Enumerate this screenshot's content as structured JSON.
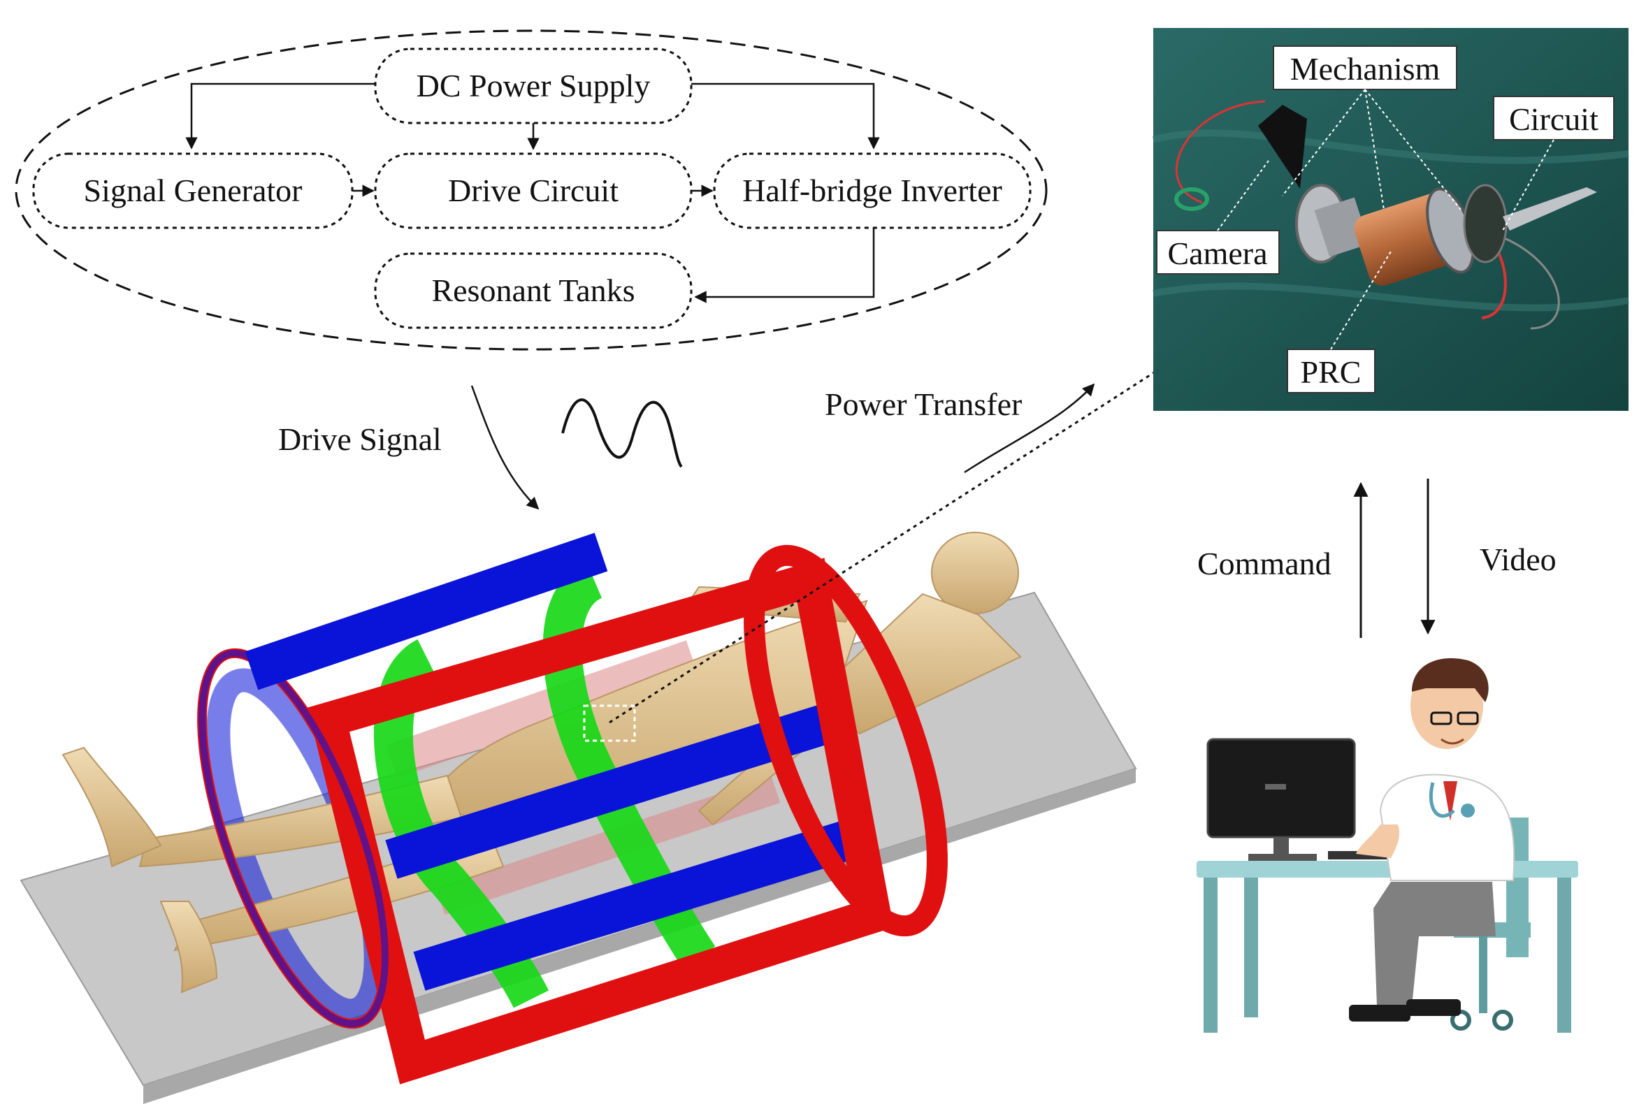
{
  "block_diagram": {
    "nodes": {
      "dc_power_supply": "DC Power Supply",
      "signal_generator": "Signal Generator",
      "drive_circuit": "Drive Circuit",
      "half_bridge_inverter": "Half-bridge Inverter",
      "resonant_tanks": "Resonant Tanks"
    }
  },
  "captions": {
    "drive_signal": "Drive Signal",
    "power_transfer": "Power Transfer",
    "command": "Command",
    "video": "Video"
  },
  "photo_labels": {
    "mechanism": "Mechanism",
    "circuit": "Circuit",
    "camera": "Camera",
    "prc": "PRC"
  },
  "colors": {
    "coil_red": "#e01010",
    "coil_blue": "#0a14d8",
    "coil_green": "#18d818",
    "body_skin": "#e6c99a",
    "bed_gray": "#c8c8c8",
    "photo_bg": "#1f5a57",
    "desk_teal": "#9fd3d6"
  }
}
